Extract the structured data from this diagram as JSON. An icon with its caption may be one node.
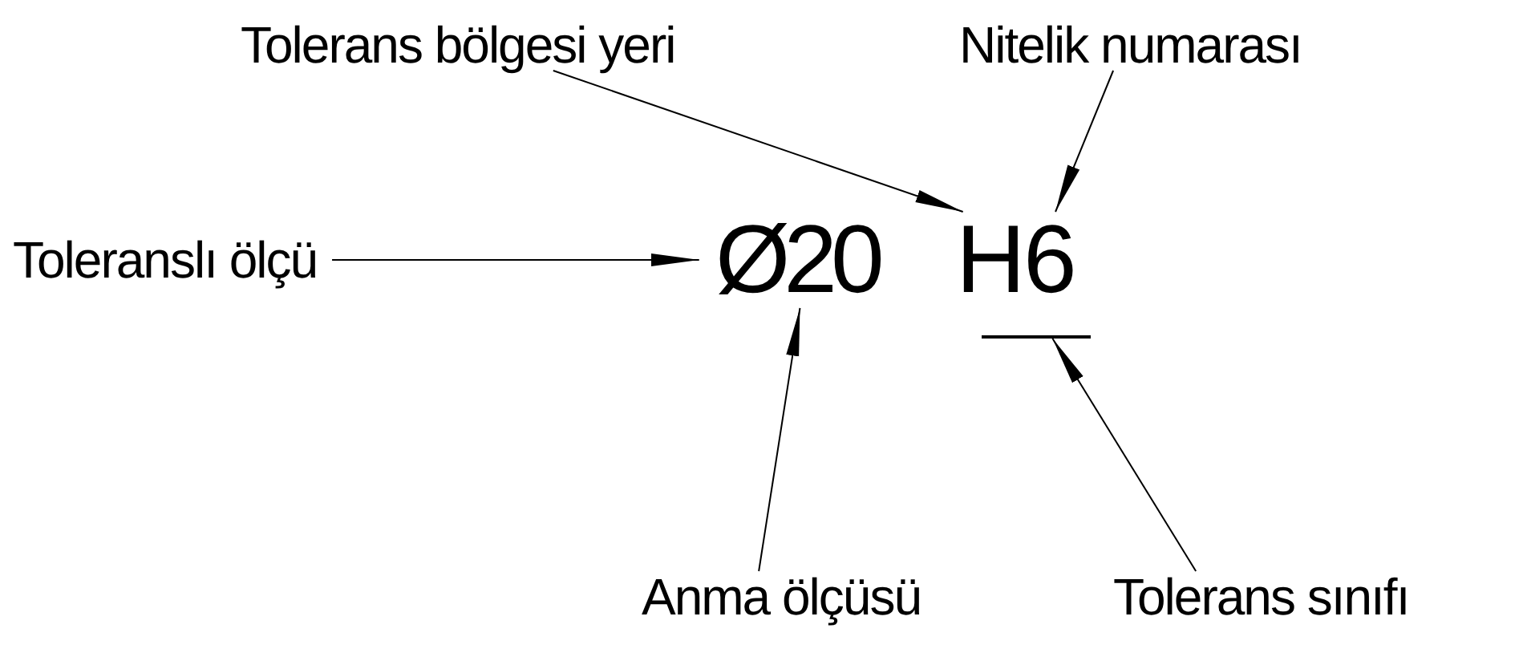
{
  "diagram": {
    "nodes": [
      {
        "text": [
          "Tolerans bölgesi yeri"
        ]
      },
      {
        "text": [
          "Nitelik numarası"
        ]
      },
      {
        "text": [
          "Toleranslı ölçü"
        ]
      },
      {
        "text": [
          "Ø20"
        ]
      },
      {
        "text": [
          "H"
        ]
      },
      {
        "text": [
          "6"
        ]
      },
      {
        "text": [],
        "shape": "bar"
      },
      {
        "text": [
          "Anma ölçüsü"
        ]
      },
      {
        "text": [
          "Tolerans sınıfı"
        ]
      }
    ],
    "edges": [
      {
        "from": 0,
        "to": 4,
        "arrow": "to"
      },
      {
        "from": 1,
        "to": 5,
        "arrow": "to"
      },
      {
        "from": 2,
        "to": 3,
        "arrow": "to"
      },
      {
        "from": 7,
        "to": 3,
        "arrow": "to"
      },
      {
        "from": 8,
        "to": 6,
        "arrow": "to"
      }
    ]
  }
}
